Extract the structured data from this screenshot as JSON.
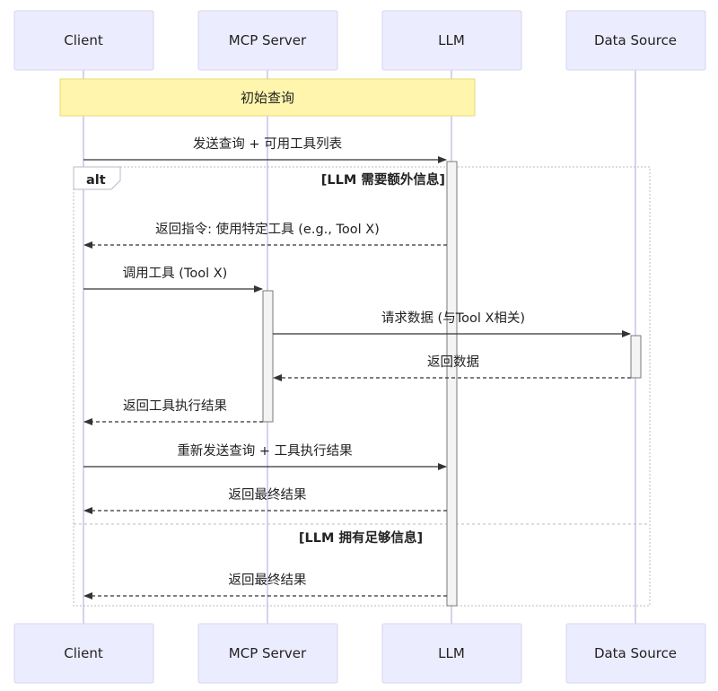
{
  "actors": [
    {
      "id": "client",
      "label": "Client"
    },
    {
      "id": "mcp",
      "label": "MCP Server"
    },
    {
      "id": "llm",
      "label": "LLM"
    },
    {
      "id": "ds",
      "label": "Data Source"
    }
  ],
  "note": {
    "text": "初始查询"
  },
  "messages": [
    {
      "text": "发送查询 + 可用工具列表",
      "from": "client",
      "to": "llm",
      "style": "solid"
    },
    {
      "text": "返回指令: 使用特定工具 (e.g., Tool X)",
      "from": "llm",
      "to": "client",
      "style": "dashed"
    },
    {
      "text": "调用工具 (Tool X)",
      "from": "client",
      "to": "mcp",
      "style": "solid"
    },
    {
      "text": "请求数据 (与Tool X相关)",
      "from": "mcp",
      "to": "ds",
      "style": "solid"
    },
    {
      "text": "返回数据",
      "from": "ds",
      "to": "mcp",
      "style": "dashed"
    },
    {
      "text": "返回工具执行结果",
      "from": "mcp",
      "to": "client",
      "style": "dashed"
    },
    {
      "text": "重新发送查询 + 工具执行结果",
      "from": "client",
      "to": "llm",
      "style": "solid"
    },
    {
      "text": "返回最终结果",
      "from": "llm",
      "to": "client",
      "style": "dashed"
    },
    {
      "text": "返回最终结果",
      "from": "llm",
      "to": "client",
      "style": "dashed"
    }
  ],
  "alt_frame": {
    "label": "alt",
    "condition_1": "[LLM 需要额外信息]",
    "condition_2": "[LLM 拥有足够信息]"
  }
}
